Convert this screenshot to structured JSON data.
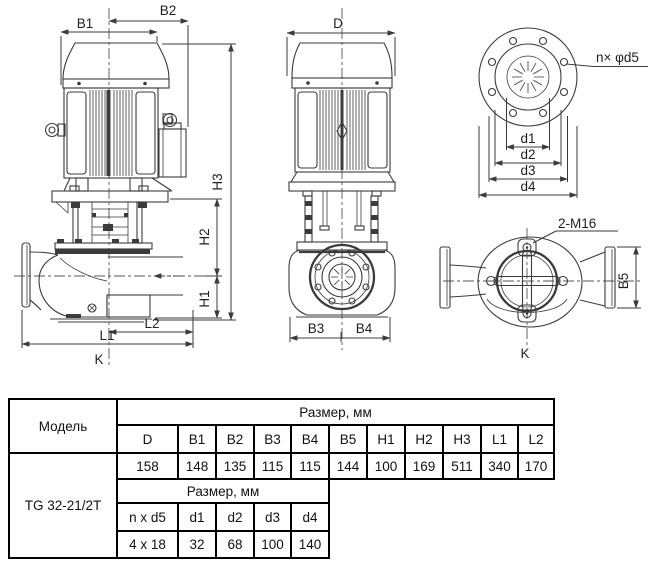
{
  "drawing": {
    "front": {
      "b1": "B1",
      "b2": "B2",
      "h3": "H3",
      "h2": "H2",
      "h1": "H1",
      "l2": "L2",
      "l1": "L1",
      "k": "K"
    },
    "side": {
      "d": "D",
      "b3": "B3",
      "b4": "B4"
    },
    "flange": {
      "bolt_note": "n× φd5",
      "d1": "d1",
      "d2": "d2",
      "d3": "d3",
      "d4": "d4"
    },
    "plan": {
      "thread_note": "2-M16",
      "b5": "B5",
      "k": "K"
    }
  },
  "table": {
    "model_header": "Модель",
    "size_header": "Размер, мм",
    "model": "TG 32-21/2T",
    "columns": [
      "D",
      "B1",
      "B2",
      "B3",
      "B4",
      "B5",
      "H1",
      "H2",
      "H3",
      "L1",
      "L2"
    ],
    "values": [
      "158",
      "148",
      "135",
      "115",
      "115",
      "144",
      "100",
      "169",
      "511",
      "340",
      "170"
    ],
    "sub_size_header": "Размер, мм",
    "sub_columns": [
      "n x d5",
      "d1",
      "d2",
      "d3",
      "d4"
    ],
    "sub_values": [
      "4 x 18",
      "32",
      "68",
      "100",
      "140"
    ]
  },
  "colors": {
    "line": "#3b3b3b",
    "table_border": "#000000",
    "background": "#ffffff",
    "text": "#1a1a1a"
  }
}
